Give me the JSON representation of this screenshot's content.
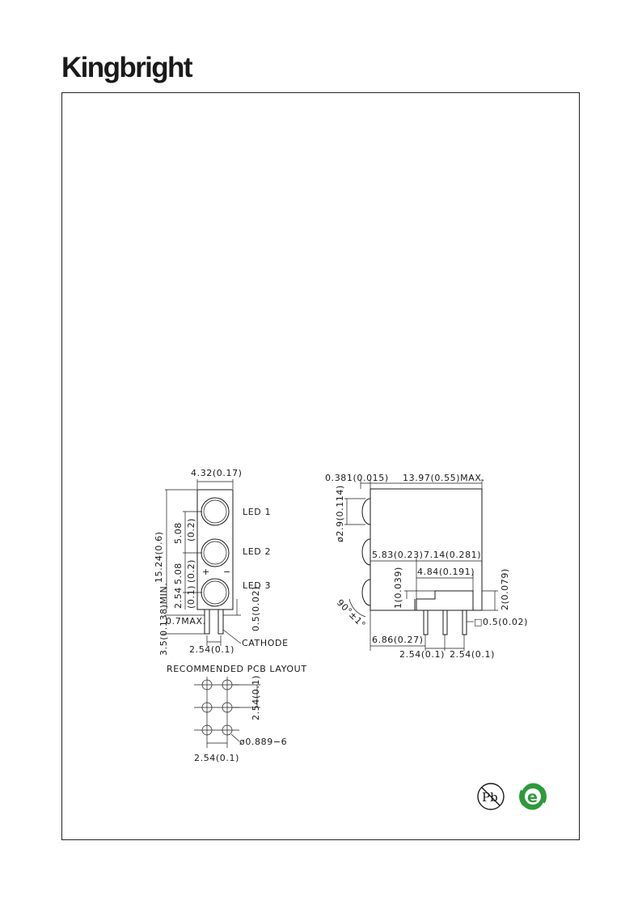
{
  "header": {
    "brand": "Kingbright"
  },
  "front_view": {
    "width_dim": "4.32(0.17)",
    "height_dim": "15.24(0.6)",
    "pitch1": "5.08",
    "pitch1_in": "(0.2)",
    "pitch2": "5.08",
    "pitch2_in": "(0.2)",
    "pitch3": "2.54",
    "pitch3_in": "(0.1)",
    "min_len": "3.5(0.138)MIN.",
    "max_len": "0.7MAX.",
    "lead_w": "0.5(0.02)",
    "lead_pitch": "2.54(0.1)",
    "cathode": "CATHODE",
    "led1": "LED 1",
    "led2": "LED 2",
    "led3": "LED 3",
    "plus": "+",
    "minus": "−"
  },
  "side_view": {
    "flange": "0.381(0.015)",
    "length": "13.97(0.55)MAX.",
    "dome_dia": "ø2.9(0.114)",
    "d583": "5.83(0.23)",
    "d714": "7.14(0.281)",
    "d484": "4.84(0.191)",
    "d1": "1(0.039)",
    "d2": "2(0.079)",
    "angle": "90°±1°",
    "lead_sq": "□0.5(0.02)",
    "d686": "6.86(0.27)",
    "pitch_a": "2.54(0.1)",
    "pitch_b": "2.54(0.1)"
  },
  "pcb_layout": {
    "title": "RECOMMENDED PCB LAYOUT",
    "row_pitch": "2.54(0.1)",
    "hole": "ø0.889−6",
    "col_pitch": "2.54(0.1)"
  },
  "badges": {
    "pb_free": "Pb",
    "rohs": "e"
  }
}
